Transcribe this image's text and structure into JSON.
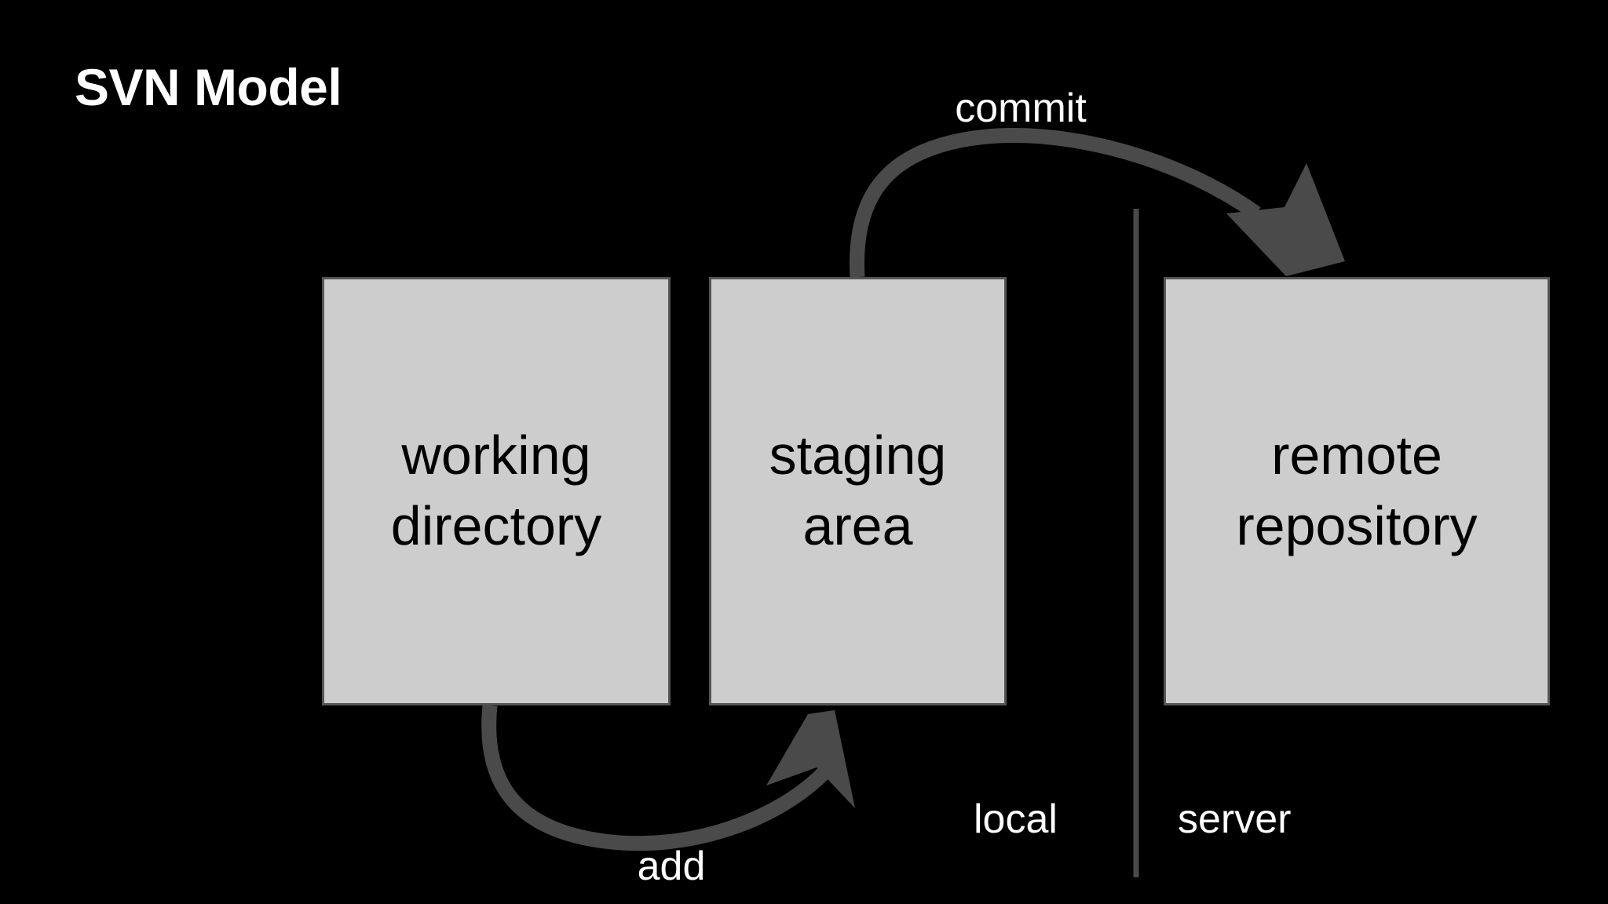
{
  "slide": {
    "title": "SVN Model",
    "background_color": "#000000",
    "title_color": "#ffffff"
  },
  "colors": {
    "box_fill": "#cdcdcd",
    "box_border": "#555555",
    "arrow": "#4a4a4a",
    "divider": "#4a4a4a",
    "label_text": "#ffffff",
    "box_text": "#000000"
  },
  "nodes": [
    {
      "id": "working-directory",
      "line1": "working",
      "line2": "directory"
    },
    {
      "id": "staging-area",
      "line1": "staging",
      "line2": "area"
    },
    {
      "id": "remote-repository",
      "line1": "remote",
      "line2": "repository"
    }
  ],
  "edges": [
    {
      "id": "add",
      "label": "add",
      "from": "working-directory",
      "to": "staging-area"
    },
    {
      "id": "commit",
      "label": "commit",
      "from": "staging-area",
      "to": "remote-repository"
    }
  ],
  "zones": {
    "left": "local",
    "right": "server"
  }
}
